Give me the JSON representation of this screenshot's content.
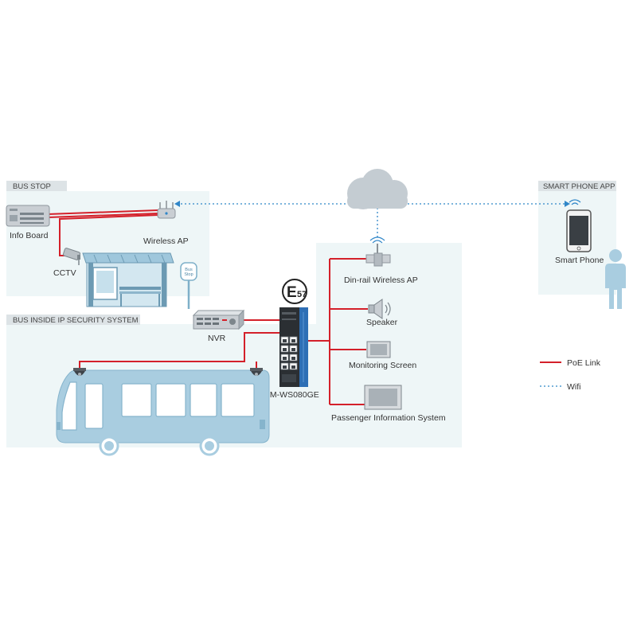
{
  "sections": {
    "bus_stop": "BUS STOP",
    "bus_inside": "BUS INSIDE IP SECURITY SYSTEM",
    "smart_phone_app": "SMART PHONE APP"
  },
  "devices": {
    "info_board": "Info Board",
    "wireless_ap": "Wireless AP",
    "cctv": "CCTV",
    "nvr": "NVR",
    "switch": "IM-WS080GE",
    "din_rail_ap": "Din-rail Wireless AP",
    "speaker": "Speaker",
    "monitoring_screen": "Monitoring Screen",
    "passenger_info": "Passenger Information System",
    "smart_phone": "Smart Phone",
    "bus_stop_sign_line1": "Bus",
    "bus_stop_sign_line2": "Stop"
  },
  "badge": {
    "letter": "E",
    "number": "57"
  },
  "legend": {
    "poe_link": "PoE Link",
    "wifi": "Wifi"
  },
  "colors": {
    "poe": "#d4202a",
    "wifi": "#2f86c8",
    "section_bg": "#eef6f7",
    "section_header": "#dde3e6",
    "device_blue": "#a9cde0",
    "device_gray": "#c9ced3"
  }
}
